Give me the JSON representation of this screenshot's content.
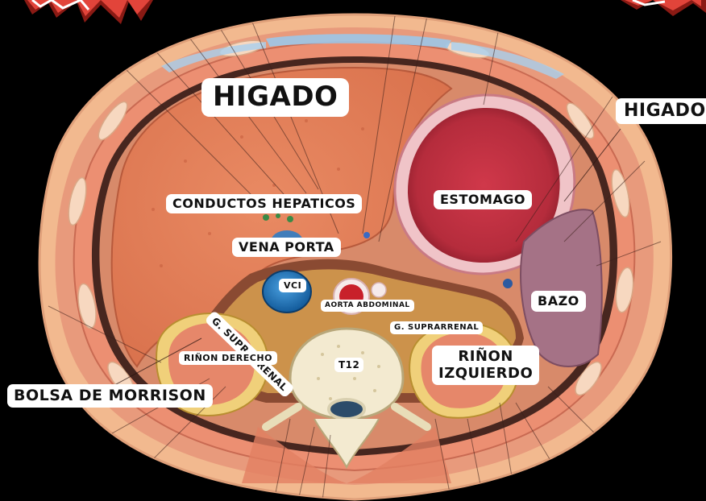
{
  "labels": {
    "higado_main": "HIGADO",
    "higado_right": "HIGADO",
    "conductos_hepaticos": "CONDUCTOS HEPATICOS",
    "estomago": "ESTOMAGO",
    "vena_porta": "VENA PORTA",
    "vci": "VCI",
    "aorta_abdominal": "AORTA ABDOMINAL",
    "g_suprarrenal_left": "G. SUPRARRENAL",
    "g_suprarrenal_right": "G. SUPRARRENAL",
    "bazo": "BAZO",
    "rinon_derecho": "RIÑON DERECHO",
    "rinon_izquierdo_line1": "RIÑON",
    "rinon_izquierdo_line2": "IZQUIERDO",
    "t12": "T12",
    "bolsa_de_morrison": "BOLSA DE MORRISON"
  },
  "colors": {
    "background": "#000000",
    "title_red": "#c8322a",
    "liver": "#e07b56",
    "stomach": "#b8323e",
    "spleen": "#9e6a7e",
    "skin": "#f0b48c",
    "vessel_blue": "#1b6fb8",
    "aorta_red": "#c8202a",
    "label_bg": "#ffffff"
  }
}
